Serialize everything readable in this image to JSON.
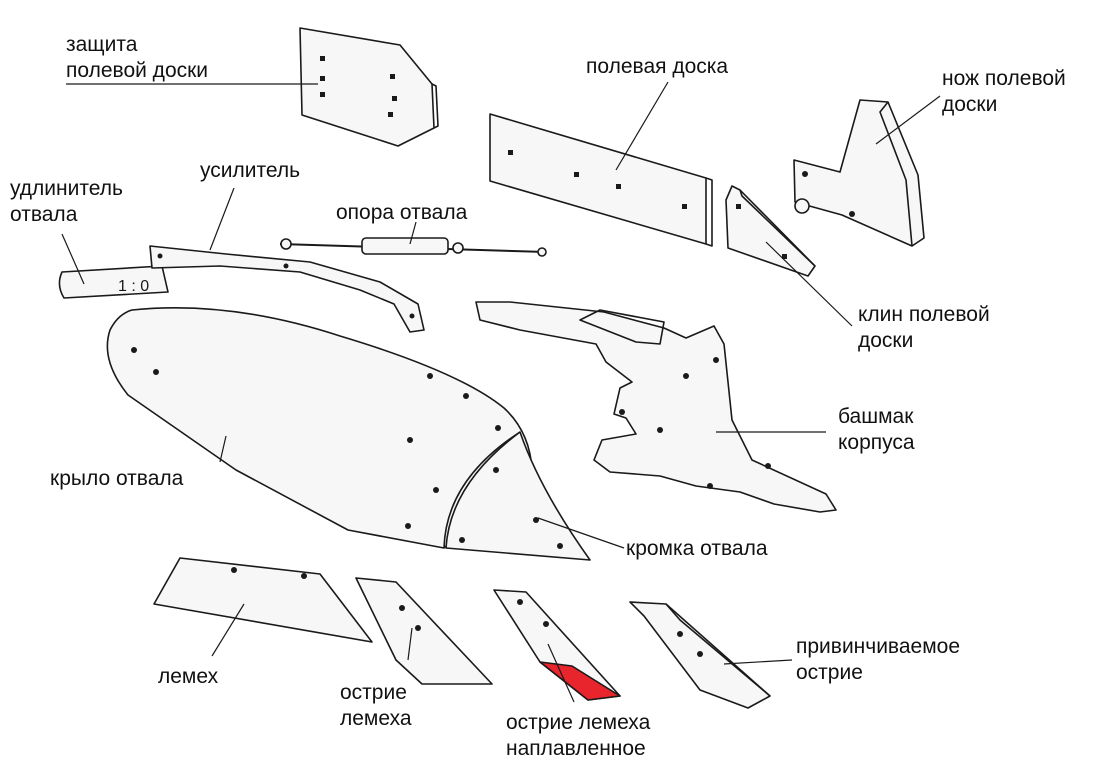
{
  "labels": {
    "landside_protector": {
      "line1": "защита",
      "line2": "полевой доски"
    },
    "landside": {
      "line1": "полевая доска"
    },
    "landside_knife": {
      "line1": "нож полевой",
      "line2": "доски"
    },
    "moldboard_extension": {
      "line1": "удлинитель",
      "line2": "отвала"
    },
    "reinforcer": {
      "line1": "усилитель"
    },
    "moldboard_support": {
      "line1": "опора отвала"
    },
    "landside_wedge": {
      "line1": "клин полевой",
      "line2": "доски"
    },
    "body_frog": {
      "line1": "башмак",
      "line2": "корпуса"
    },
    "moldboard_wing": {
      "line1": "крыло отвала"
    },
    "moldboard_edge": {
      "line1": "кромка отвала"
    },
    "share": {
      "line1": "лемех"
    },
    "share_point": {
      "line1": "острие",
      "line2": "лемеха"
    },
    "hardfaced_share_point": {
      "line1": "острие лемеха",
      "line2": "наплавленное"
    },
    "bolt_on_point": {
      "line1": "привинчиваемое",
      "line2": "острие"
    }
  },
  "colors": {
    "line": "#1a1a1a",
    "part_fill": "#f7f7f7",
    "hardfacing": "#e8242c"
  }
}
